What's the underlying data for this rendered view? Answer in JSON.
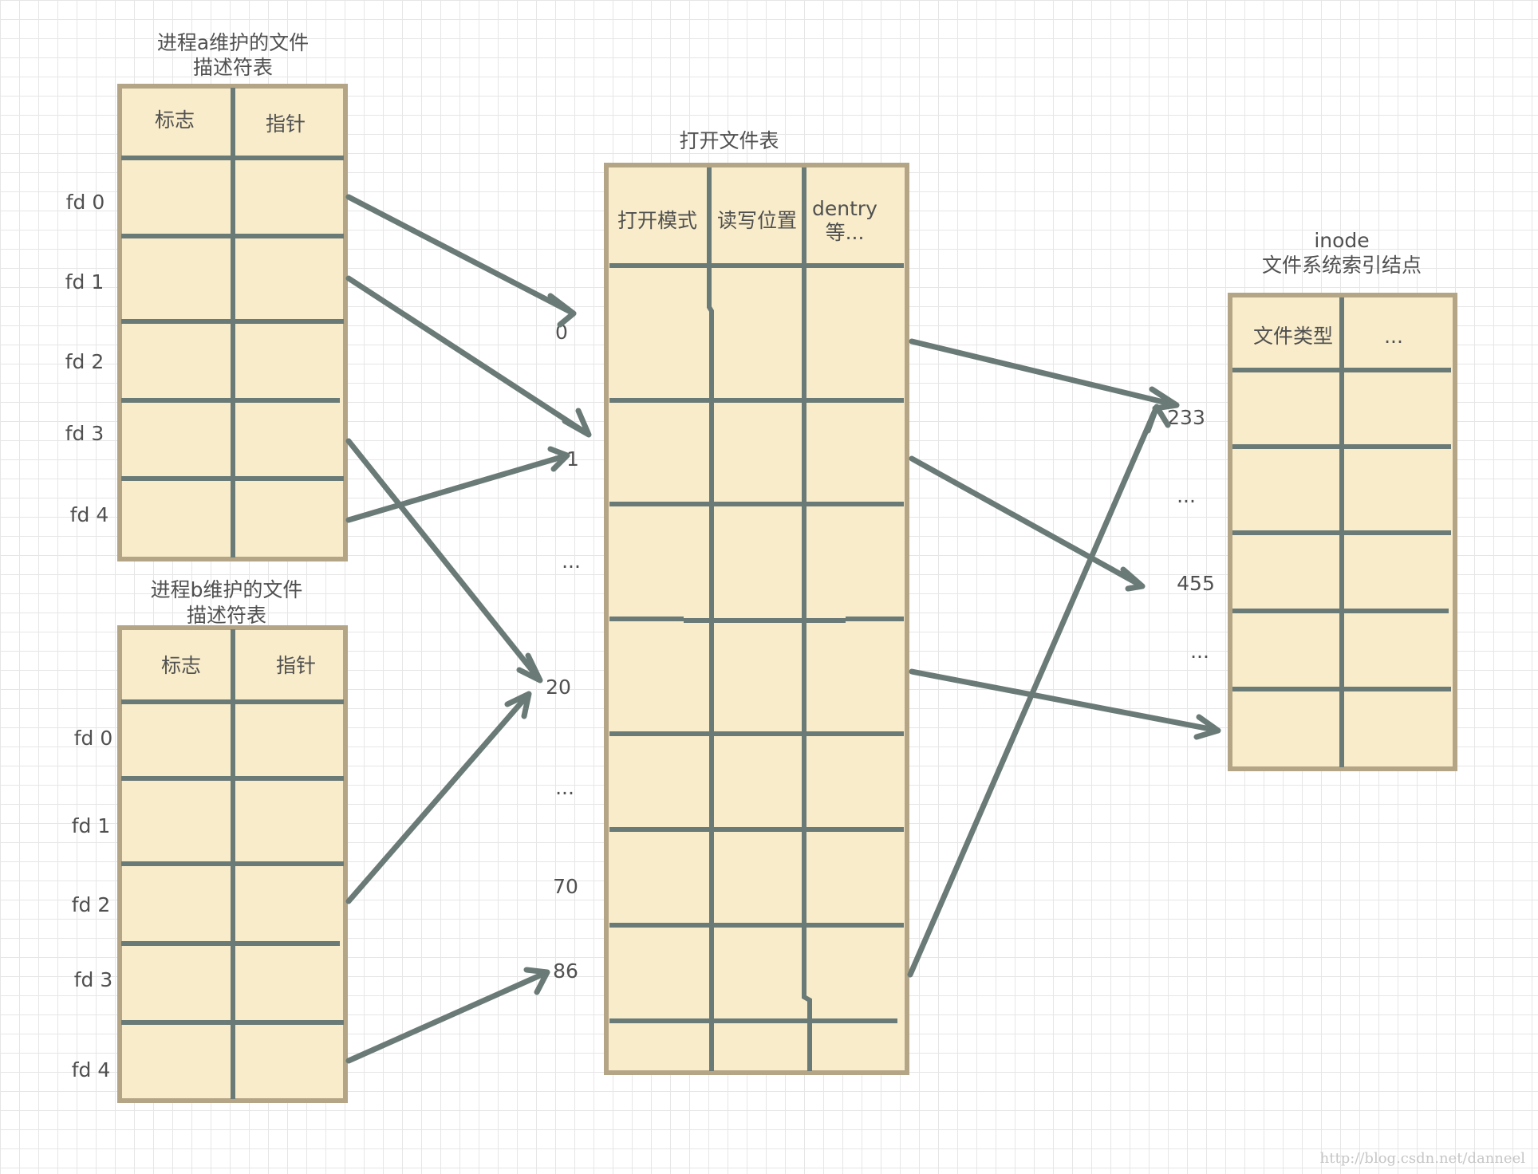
{
  "table_a": {
    "title_line1": "进程a维护的文件",
    "title_line2": "描述符表",
    "col_flag": "标志",
    "col_ptr": "指针",
    "rows": [
      "fd 0",
      "fd 1",
      "fd 2",
      "fd 3",
      "fd 4"
    ]
  },
  "table_b": {
    "title_line1": "进程b维护的文件",
    "title_line2": "描述符表",
    "col_flag": "标志",
    "col_ptr": "指针",
    "rows": [
      "fd 0",
      "fd 1",
      "fd 2",
      "fd 3",
      "fd 4"
    ]
  },
  "open_file_table": {
    "title": "打开文件表",
    "col_mode": "打开模式",
    "col_pos": "读写位置",
    "col_dentry_line1": "dentry",
    "col_dentry_line2": "等...",
    "index_labels": [
      "0",
      "1",
      "...",
      "20",
      "...",
      "70",
      "86"
    ]
  },
  "inode_table": {
    "title_line1": "inode",
    "title_line2": "文件系统索引结点",
    "col_type": "文件类型",
    "col_more": "...",
    "index_labels": [
      "233",
      "...",
      "455",
      "..."
    ]
  },
  "watermark": "http://blog.csdn.net/danneel",
  "colors": {
    "cell_fill": "#f9ecca",
    "border": "#b3a586",
    "line": "#6a7a76"
  }
}
